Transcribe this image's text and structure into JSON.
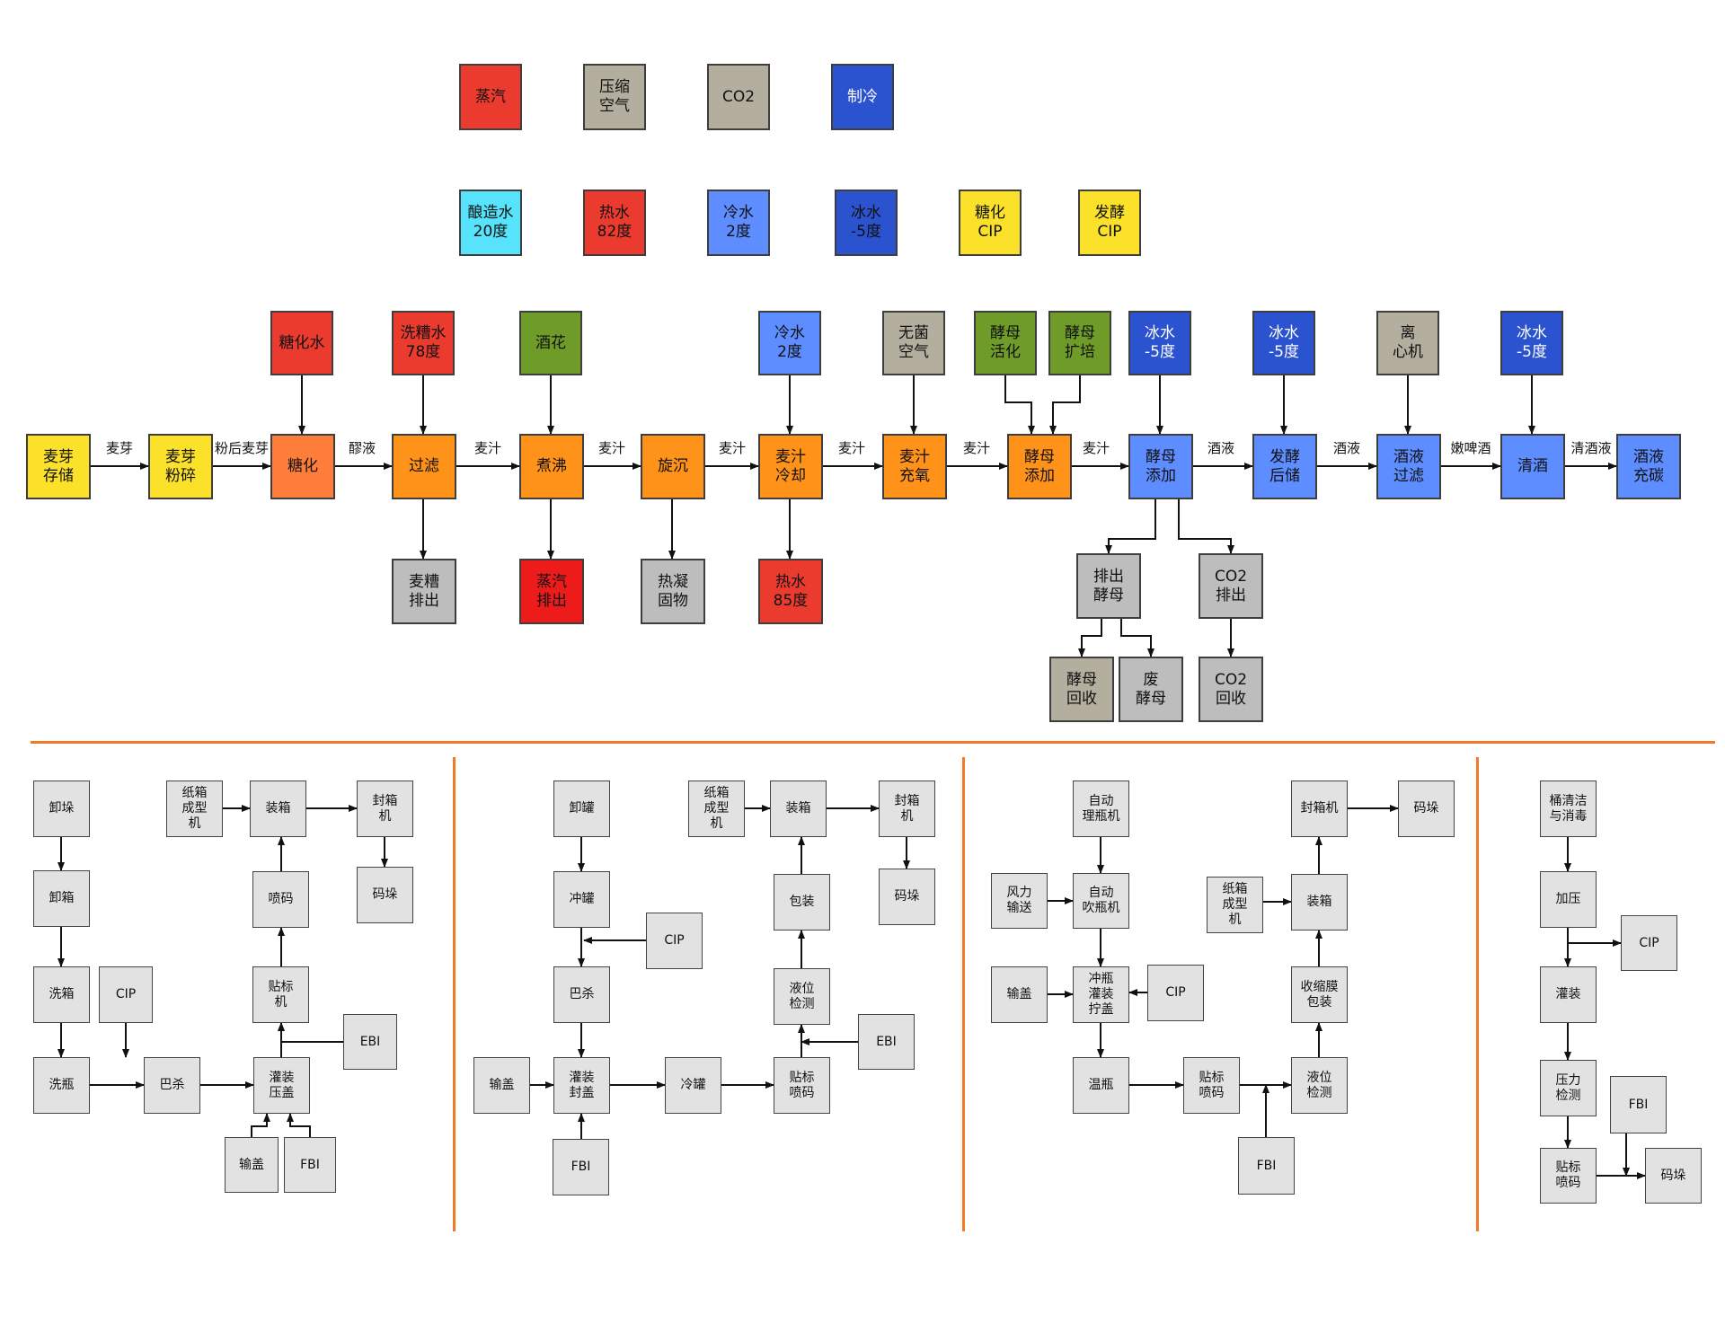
{
  "legend": {
    "steam": "蒸汽",
    "compressed_air": "压缩\n空气",
    "co2": "CO2",
    "refrigeration": "制冷",
    "brewing_water": "酿造水\n20度",
    "hot_water": "热水\n82度",
    "cold_water": "冷水\n2度",
    "ice_water": "冰水\n-5度",
    "saccharification_cip": "糖化\nCIP",
    "fermentation_cip": "发酵\nCIP"
  },
  "process": {
    "malt_storage": "麦芽\n存储",
    "malt_crushing": "麦芽\n粉碎",
    "saccharification": "糖化",
    "filtration": "过滤",
    "boiling": "煮沸",
    "whirlpool": "旋沉",
    "wort_cooling": "麦汁\n冷却",
    "wort_aeration": "麦汁\n充氧",
    "yeast_addition_1": "酵母\n添加",
    "yeast_addition_2": "酵母\n添加",
    "post_fermentation": "发酵\n后储",
    "beer_filtration": "酒液\n过滤",
    "bright_beer": "清酒",
    "carbonation": "酒液\n充碳"
  },
  "inputs": {
    "mash_water": "糖化水",
    "sparge_water": "洗糟水\n78度",
    "hops": "酒花",
    "cold_water": "冷水\n2度",
    "sterile_air": "无菌\n空气",
    "yeast_activation": "酵母\n活化",
    "yeast_propagation": "酵母\n扩培",
    "ice_water_1": "冰水\n-5度",
    "ice_water_2": "冰水\n-5度",
    "centrifuge": "离\n心机",
    "ice_water_3": "冰水\n-5度"
  },
  "outputs": {
    "spent_grain": "麦糟\n排出",
    "steam_exhaust": "蒸汽\n排出",
    "hot_trub": "热凝\n固物",
    "hot_water": "热水\n85度",
    "yeast_discharge": "排出\n酵母",
    "co2_discharge": "CO2\n排出",
    "yeast_recovery": "酵母\n回收",
    "waste_yeast": "废\n酵母",
    "co2_recovery": "CO2\n回收"
  },
  "edge_labels": {
    "malt": "麦芽",
    "crushed_malt": "粉后麦芽",
    "mash": "醪液",
    "wort_1": "麦汁",
    "wort_2": "麦汁",
    "wort_3": "麦汁",
    "wort_4": "麦汁",
    "wort_5": "麦汁",
    "wort_6": "麦汁",
    "beer_1": "酒液",
    "beer_2": "酒液",
    "young_beer": "嫩啤酒",
    "bright_liquid": "清酒液"
  },
  "glass_line": {
    "depalletize": "卸垛",
    "uncase": "卸箱",
    "case_wash": "洗箱",
    "cip": "CIP",
    "bottle_wash": "洗瓶",
    "pasteurize": "巴杀",
    "fill_cap": "灌装\n压盖",
    "cap_feed": "输盖",
    "fbi": "FBI",
    "ebi": "EBI",
    "labeler": "贴标\n机",
    "coder": "喷码",
    "case_packer": "装箱",
    "case_erector": "纸箱\n成型\n机",
    "case_sealer": "封箱\n机",
    "palletize": "码垛"
  },
  "can_line": {
    "depalletize": "卸罐",
    "rinse": "冲罐",
    "cip": "CIP",
    "pasteurize": "巴杀",
    "fill_seam": "灌装\n封盖",
    "lid_feed": "输盖",
    "fbi": "FBI",
    "can_cooler": "冷罐",
    "label_code": "贴标\n喷码",
    "ebi": "EBI",
    "level_check": "液位\n检测",
    "wrap": "包装",
    "case_packer": "装箱",
    "case_erector": "纸箱\n成型\n机",
    "case_sealer": "封箱\n机",
    "palletize": "码垛"
  },
  "pet_line": {
    "unscrambler": "自动\n理瓶机",
    "air_conveyor": "风力\n输送",
    "blow_molder": "自动\n吹瓶机",
    "rinse_fill_cap": "冲瓶\n灌装\n拧盖",
    "cap_feed": "输盖",
    "cip": "CIP",
    "warmer": "温瓶",
    "label_code": "贴标\n喷码",
    "fbi": "FBI",
    "level_check": "液位\n检测",
    "shrink_wrap": "收缩膜\n包装",
    "case_packer": "装箱",
    "case_erector": "纸箱\n成型\n机",
    "case_sealer": "封箱机",
    "palletize": "码垛"
  },
  "keg_line": {
    "keg_clean": "桶清洁\n与消毒",
    "pressurize": "加压",
    "cip": "CIP",
    "fill": "灌装",
    "pressure_check": "压力\n检测",
    "fbi": "FBI",
    "label_code": "贴标\n喷码",
    "palletize": "码垛"
  },
  "colors": {
    "yellow": "#fbe12a",
    "orange": "#ff931a",
    "red": "#eb3b2f",
    "gray": "#bdbdbd",
    "tan": "#b3ae9e",
    "cyan": "#57e3fb",
    "blue": "#5d8dfe",
    "navy": "#2b52cf",
    "green": "#6f9c29",
    "separator": "#f07a25"
  }
}
